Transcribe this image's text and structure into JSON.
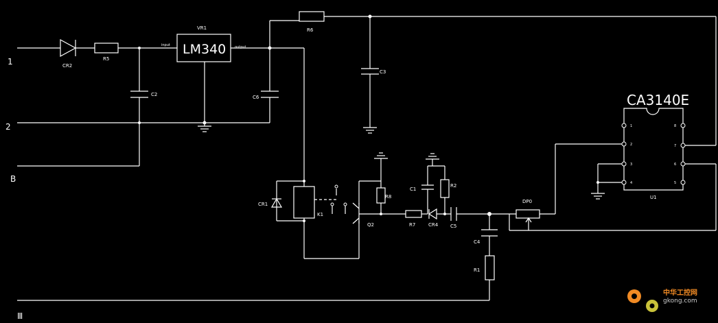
{
  "terminals": {
    "t1": "1",
    "t2": "2",
    "tB": "B",
    "tIII": "Ⅲ"
  },
  "regulator": {
    "ref": "VR1",
    "name": "LM340",
    "input_label": "input",
    "output_label": "output"
  },
  "ic": {
    "name": "CA3140E",
    "ref": "U1",
    "pins": [
      "1",
      "2",
      "3",
      "4",
      "5",
      "6",
      "7",
      "8"
    ]
  },
  "labels": {
    "cr2": "CR2",
    "r5": "R5",
    "c2": "C2",
    "r6": "R6",
    "c6": "C6",
    "c3": "C3",
    "cr1": "CR1",
    "k1": "K1",
    "q2": "Q2",
    "r8": "R8",
    "r7": "R7",
    "cr4": "CR4",
    "c1": "C1",
    "r2": "R2",
    "c5": "C5",
    "c4": "C4",
    "r1": "R1",
    "dp0": "DP0"
  },
  "watermark": {
    "line1": "中华工控网",
    "line2": "gkong.com"
  },
  "colors": {
    "background": "#000000",
    "wire": "#ffffff",
    "watermark": "#f08a24"
  }
}
